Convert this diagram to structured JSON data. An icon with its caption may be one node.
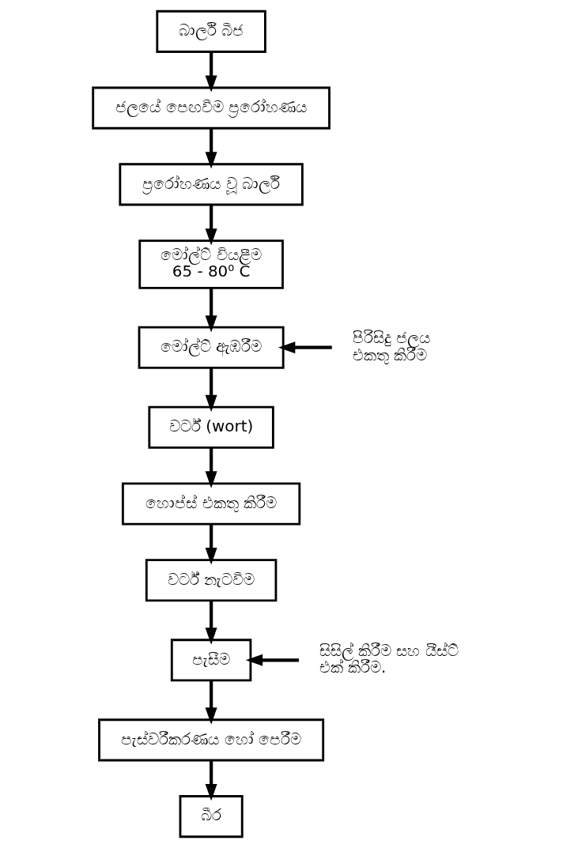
{
  "diagram": {
    "nodes": [
      {
        "text": [
          "බාර්ලි බීජ"
        ]
      },
      {
        "text": [
          "ජලයේ පෙඟවීම ප්‍රරෝහණය"
        ]
      },
      {
        "text": [
          "ප්‍රරෝහණය වූ බාර්ලි"
        ]
      },
      {
        "text": [
          "මෝල්ට් වියළීම",
          "65 - 80⁰ C"
        ]
      },
      {
        "text": [
          "පිරිසිදු ජලය එකතු කිරීම"
        ]
      },
      {
        "text": [
          "මෝල්ට් ඇඹරීම"
        ]
      },
      {
        "text": [
          "වර්ට් (wort)"
        ]
      },
      {
        "text": [
          "හොප්ස් එකතු කිරීම"
        ]
      },
      {
        "text": [
          "වර්ට් නැටවීම"
        ]
      },
      {
        "text": [
          "සිසිල් කිරීම සහ යීස්ට් එක් කිරීම."
        ]
      },
      {
        "text": [
          "පැසීම"
        ]
      },
      {
        "text": [
          "පැස්වරීකරණය හෝ පෙරීම"
        ]
      },
      {
        "text": [
          "බීර"
        ]
      }
    ],
    "edges": [
      {
        "from": 0,
        "to": 1,
        "arrow": "to"
      },
      {
        "from": 1,
        "to": 2,
        "arrow": "to"
      },
      {
        "from": 2,
        "to": 3,
        "arrow": "to"
      },
      {
        "from": 3,
        "to": 5,
        "arrow": "to"
      },
      {
        "from": 4,
        "to": 5,
        "arrow": "to"
      },
      {
        "from": 5,
        "to": 6,
        "arrow": "to"
      },
      {
        "from": 6,
        "to": 7,
        "arrow": "to"
      },
      {
        "from": 7,
        "to": 8,
        "arrow": "to"
      },
      {
        "from": 8,
        "to": 10,
        "arrow": "to"
      },
      {
        "from": 9,
        "to": 10,
        "arrow": "to"
      },
      {
        "from": 10,
        "to": 11,
        "arrow": "to"
      },
      {
        "from": 11,
        "to": 12,
        "arrow": "to"
      }
    ]
  }
}
